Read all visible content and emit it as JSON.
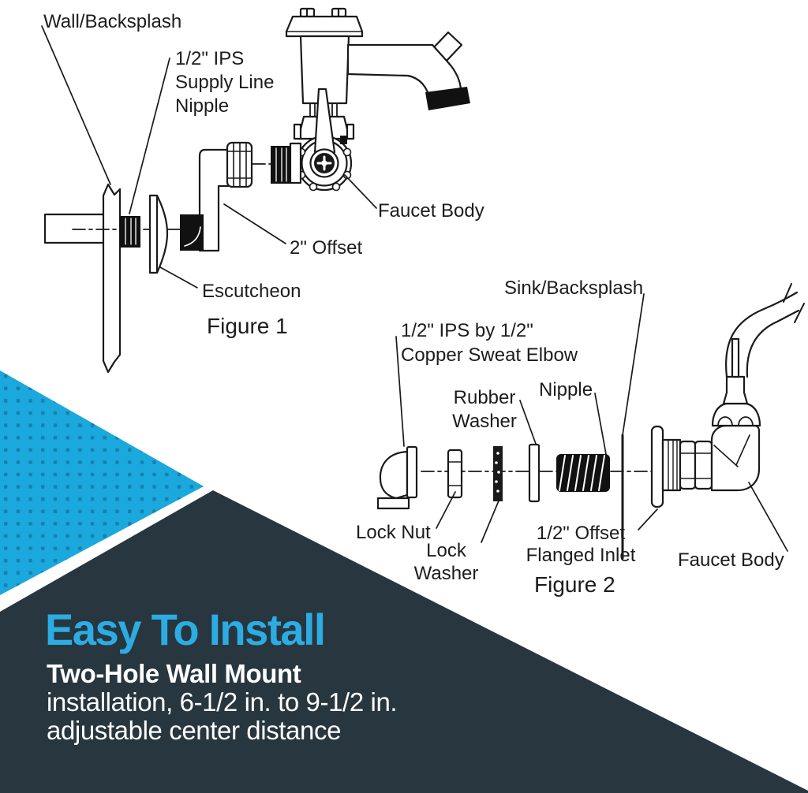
{
  "colors": {
    "cyan_triangle": "#1BA8DC",
    "cyan_dot": "#1580AE",
    "navy_panel": "#27363F",
    "title_cyan": "#2CACE3",
    "ink": "#1a1a1a",
    "text_white": "#ffffff"
  },
  "figure1": {
    "caption": "Figure 1",
    "labels": {
      "wall": "Wall/Backsplash",
      "supply_nipple": "1/2\" IPS\nSupply Line\nNipple",
      "faucet_body": "Faucet Body",
      "offset": "2\" Offset",
      "escutcheon": "Escutcheon"
    }
  },
  "figure2": {
    "caption": "Figure 2",
    "labels": {
      "sink": "Sink/Backsplash",
      "sweat_elbow": "1/2\" IPS by 1/2\"\nCopper Sweat Elbow",
      "rubber_washer": "Rubber\nWasher",
      "nipple": "Nipple",
      "lock_nut": "Lock Nut",
      "lock_washer": "Lock\nWasher",
      "flanged_inlet": "1/2\" Offset\nFlanged Inlet",
      "faucet_body": "Faucet Body"
    }
  },
  "promo": {
    "title": "Easy To Install",
    "heading": "Two-Hole Wall Mount",
    "line2": "installation, 6-1/2 in. to 9-1/2 in.",
    "line3": "adjustable center distance"
  }
}
